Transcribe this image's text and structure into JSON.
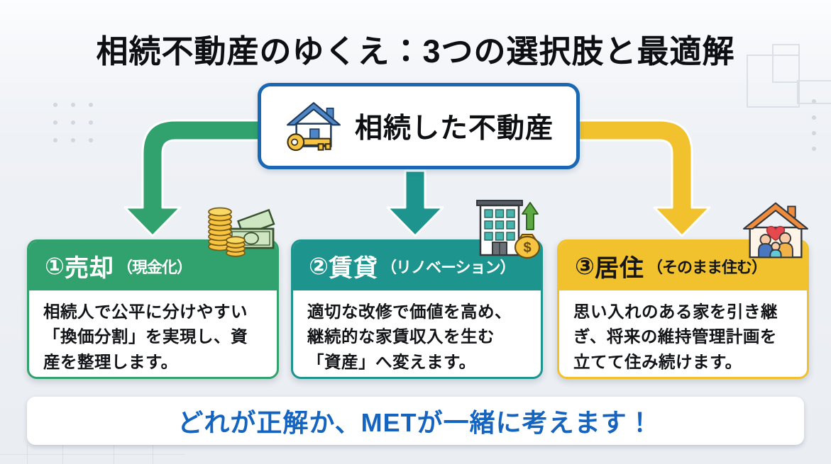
{
  "title": "相続不動産のゆくえ：3つの選択肢と最適解",
  "source_box": {
    "label": "相続した不動産",
    "icon": "house-key-icon",
    "border_color": "#1a68b3"
  },
  "options": [
    {
      "number": "①",
      "name": "売却",
      "subtitle": "（現金化）",
      "description": "相続人で公平に分けやすい「換価分割」を実現し、資産を整理します。",
      "color": "#31a26d",
      "text_color": "#ffffff",
      "icon": "coins-banknotes-icon"
    },
    {
      "number": "②",
      "name": "賃貸",
      "subtitle": "（リノベーション）",
      "description": "適切な改修で価値を高め、継続的な家賃収入を生む「資産」へ変えます。",
      "color": "#1d948e",
      "text_color": "#ffffff",
      "icon": "building-income-icon"
    },
    {
      "number": "③",
      "name": "居住",
      "subtitle": "（そのまま住む）",
      "description": "思い入れのある家を引き継ぎ、将来の維持管理計画を立てて住み続けます。",
      "color": "#f2c22e",
      "text_color": "#15161a",
      "icon": "family-home-icon"
    }
  ],
  "arrows": [
    {
      "target": "売却",
      "color": "#31a26d"
    },
    {
      "target": "賃貸",
      "color": "#1d948e"
    },
    {
      "target": "居住",
      "color": "#f2c22e"
    }
  ],
  "footer": {
    "message": "どれが正解か、METが一緒に考えます！",
    "text_color": "#1565c0"
  }
}
